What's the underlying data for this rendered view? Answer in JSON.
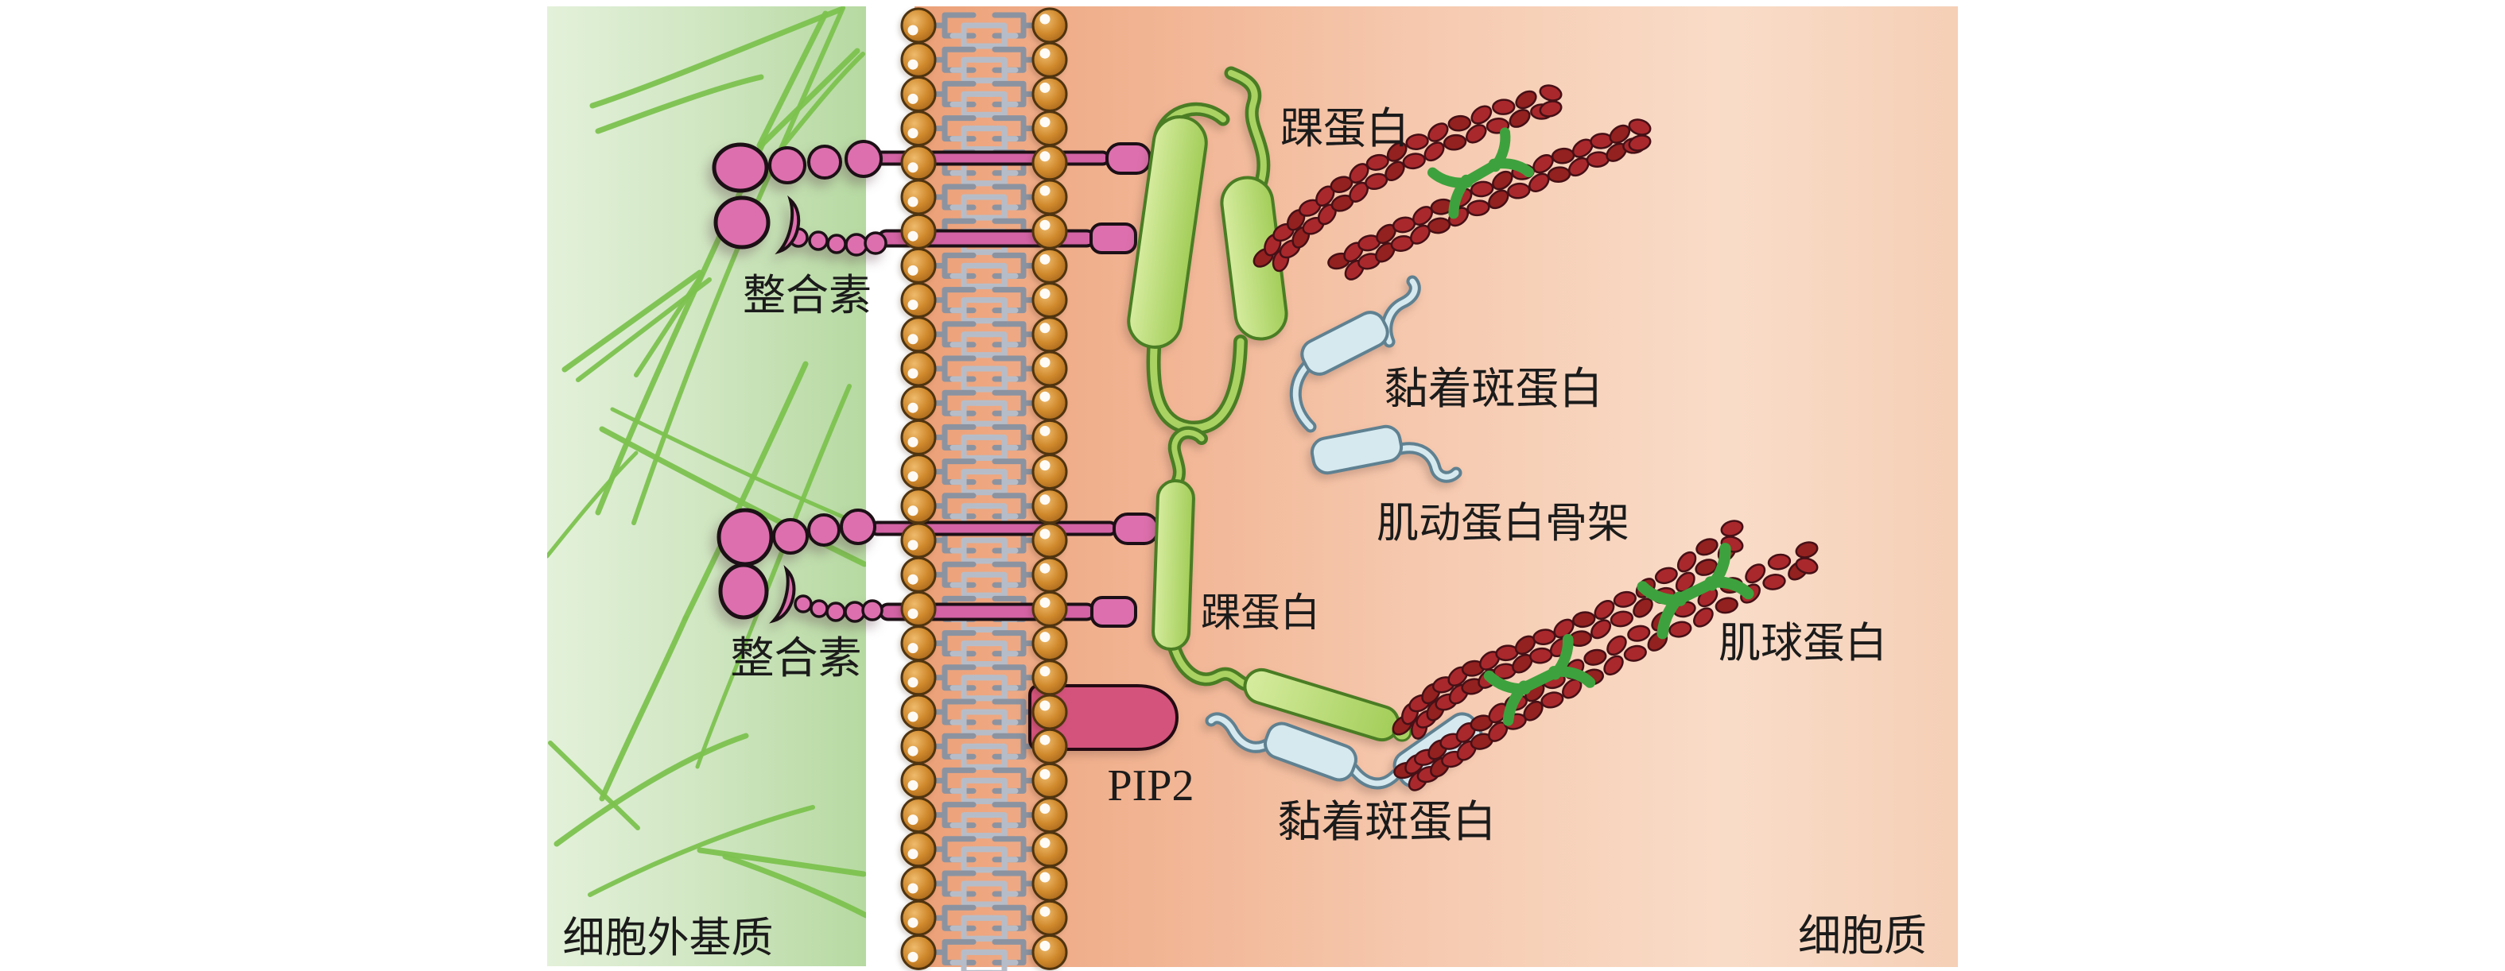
{
  "labels": {
    "integrin_top": "整合素",
    "integrin_bottom": "整合素",
    "talin_top": "踝蛋白",
    "talin_bottom": "踝蛋白",
    "vinculin_top": "黏着斑蛋白",
    "vinculin_bottom": "黏着斑蛋白",
    "actin_skeleton": "肌动蛋白骨架",
    "myosin": "肌球蛋白",
    "pip2": "PIP2",
    "ecm": "细胞外基质",
    "cytoplasm": "细胞质"
  },
  "colors": {
    "ecm_panel_left": "#e2f0d8",
    "ecm_panel_right": "#b9daa4",
    "cytoplasm_left": "#eda37d",
    "cytoplasm_right": "#f8d8c2",
    "membrane_head": "#d0892c",
    "membrane_head_dark": "#a5641a",
    "membrane_outline": "#4f3410",
    "lipid_tail": "#8b93a1",
    "lipid_tail_light": "#b7bdc8",
    "integrin": "#dd6fae",
    "integrin_rod": "#d363a4",
    "outline_dark": "#1c1016",
    "talin_fill": "#b9dd7a",
    "talin_light": "#a9d263",
    "talin_stroke": "#4a7d24",
    "vinculin_fill": "#d5e9ef",
    "vinculin_stroke": "#5f8191",
    "actin": "#a9282c",
    "actin_dark": "#93211f",
    "actin_outline": "#451016",
    "myosin": "#3da23d",
    "pip2_fill": "#d4537c",
    "fiber": "#7cc24f",
    "label_text": "#1b1b1b"
  }
}
